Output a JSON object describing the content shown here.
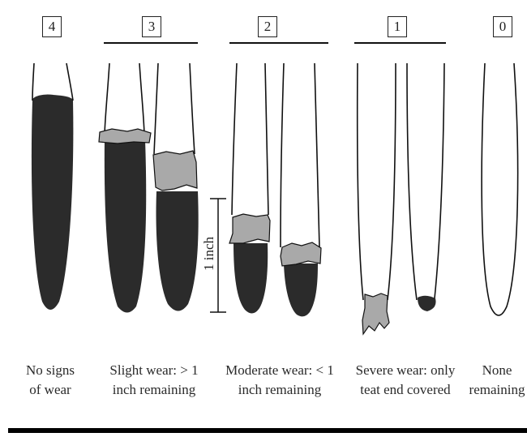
{
  "scores": [
    "4",
    "3",
    "2",
    "1",
    "0"
  ],
  "captions": [
    {
      "line1": "No signs",
      "line2": "of wear"
    },
    {
      "line1": "Slight wear: > 1",
      "line2": "inch remaining"
    },
    {
      "line1": "Moderate wear: < 1",
      "line2": "inch remaining"
    },
    {
      "line1": "Severe wear: only",
      "line2": "teat end covered"
    },
    {
      "line1": "None",
      "line2": "remaining"
    }
  ],
  "scale_label": "1 inch",
  "colors": {
    "dip": "#2b2b2b",
    "film": "#a9a9a9",
    "outline": "#111111"
  }
}
